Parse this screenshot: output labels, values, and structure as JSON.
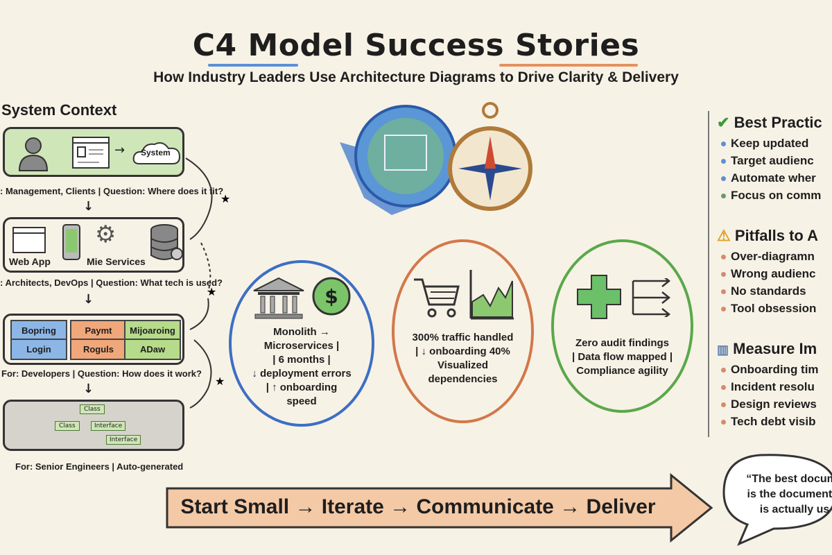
{
  "title": "C4 Model Success Stories",
  "subtitle": "How Industry Leaders Use Architecture Diagrams to Drive Clarity & Delivery",
  "left": {
    "heading": "System Context",
    "level1": {
      "system_label": "System",
      "caption": ": Management, Clients | Question: Where does it fit?"
    },
    "level2": {
      "web_app": "Web App",
      "services": "Mie Services",
      "caption": ": Architects, DevOps | Question: What tech is used?"
    },
    "level3": {
      "modules": [
        [
          "Bopring",
          "Login"
        ],
        [
          "Paymt",
          "Roguls"
        ],
        [
          "Mijoaroing",
          "ADaw"
        ]
      ],
      "colors": [
        "#8cb6e6",
        "#f0a77a",
        "#b6db8a"
      ],
      "caption": "For: Developers | Question: How does it work?"
    },
    "level4": {
      "class_top": "Class",
      "class_left": "Class",
      "interface1": "Interface",
      "interface2": "Interface",
      "caption": "For: Senior Engineers | Auto-generated"
    }
  },
  "cases": [
    {
      "icon": "bank-icon",
      "text": [
        "Monolith →",
        "Microservices |",
        "| 6 months |",
        "↓ deployment errors",
        "| ↑ onboarding",
        "speed"
      ],
      "color": "#3c6fc4"
    },
    {
      "icon": "cart-icon",
      "text": [
        "300% traffic handled",
        "| ↓ onboarding 40%",
        "Visualized",
        "dependencies"
      ],
      "color": "#d2784a"
    },
    {
      "icon": "plus-icon",
      "text": [
        "Zero audit findings",
        "| Data flow mapped |",
        "Compliance agility"
      ],
      "color": "#5ba84a"
    }
  ],
  "right": {
    "best": {
      "title": "Best Practic",
      "items": [
        "Keep updated",
        "Target audienc",
        "Automate wher",
        "Focus on comm"
      ]
    },
    "pitfalls": {
      "title": "Pitfalls to A",
      "items": [
        "Over-diagramn",
        "Wrong audienc",
        "No standards",
        "Tool obsession"
      ]
    },
    "measure": {
      "title": "Measure Im",
      "items": [
        "Onboarding tim",
        "Incident resolu",
        "Design reviews",
        "Tech debt visib"
      ]
    }
  },
  "banner": "Start Small → Iterate → Communicate → Deliver",
  "quote": [
    "“The best docume",
    "is the documentat",
    "is actually us"
  ]
}
